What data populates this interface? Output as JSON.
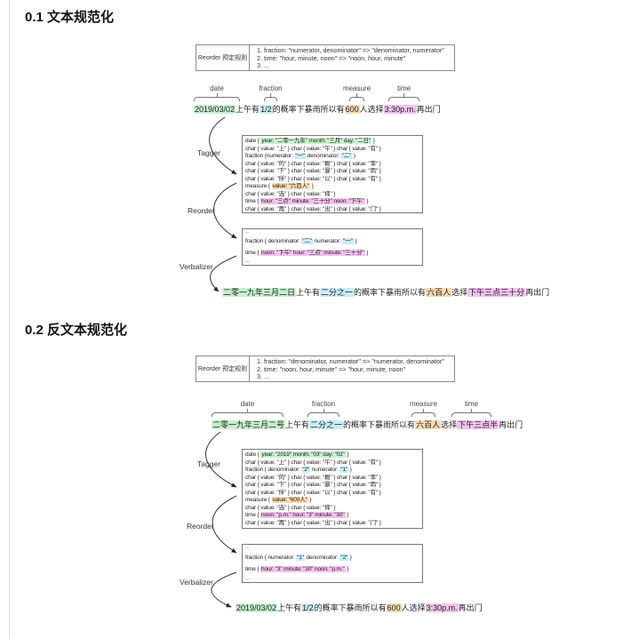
{
  "palette": {
    "green": "#c7f0ce",
    "cyan": "#c8eef5",
    "orange": "#fcd9b0",
    "pink": "#f2c3ef",
    "box_border": "#777777",
    "arrow": "#333333"
  },
  "sections": [
    {
      "title": "0.1 文本规范化",
      "rules": {
        "header": "Reorder 预定规则",
        "items": [
          "1. fraction: \"numerator, denominator\" => \"denominator, numerator\"",
          "2. time: \"hour, minute, noon\" => \"noon, hour, minute\"",
          "3. ..."
        ]
      },
      "span_labels": [
        "date",
        "fraction",
        "measure",
        "time"
      ],
      "stages": [
        "Tagger",
        "Reorder",
        "Verbalizer"
      ],
      "input": [
        {
          "t": "2019/03/02",
          "h": "green"
        },
        {
          "t": "上午有"
        },
        {
          "t": "1/2",
          "h": "cyan"
        },
        {
          "t": "的概率下暴雨所以有"
        },
        {
          "t": "600",
          "h": "orange"
        },
        {
          "t": "人选择"
        },
        {
          "t": "3:30p.m.",
          "h": "pink"
        },
        {
          "t": "再出门"
        }
      ],
      "tagger": [
        [
          {
            "t": "date { "
          },
          {
            "t": "year: \"二零一九年\" month: \"三月\" day: \"二日\"",
            "h": "green"
          },
          {
            "t": " }"
          }
        ],
        [
          {
            "t": "char { value: \"上\" } char { value: \"午\" } char { value: \"有\" }"
          }
        ],
        [
          {
            "t": "fraction {numerator: "
          },
          {
            "t": "\"一\"",
            "h": "cyan"
          },
          {
            "t": " denominator: "
          },
          {
            "t": "\"二\"",
            "h": "cyan"
          },
          {
            "t": " }"
          }
        ],
        [
          {
            "t": "char { value: \"的\" } char { value: \"概\" } char { value: \"率\" }"
          }
        ],
        [
          {
            "t": "char { value: \"下\" } char { value: \"暴\" } char { value: \"雨\" }"
          }
        ],
        [
          {
            "t": "char { value: \"所\" } char { value: \"以\" } char { value: \"有\" }"
          }
        ],
        [
          {
            "t": "measure { "
          },
          {
            "t": "value: \"六百人\"",
            "h": "orange"
          },
          {
            "t": " }"
          }
        ],
        [
          {
            "t": "char { value: \"选\" } char { value: \"择\" }"
          }
        ],
        [
          {
            "t": "time { "
          },
          {
            "t": "hour: \"三点\" minute: \"三十分\" noon: \"下午\"",
            "h": "pink"
          },
          {
            "t": " }"
          }
        ],
        [
          {
            "t": "char { value: \"再\" } char { value: \"出\" } char { value: \"门\" }"
          }
        ]
      ],
      "reorder": {
        "top_ellipsis": [
          {
            "t": "..."
          }
        ],
        "fraction": [
          {
            "t": "fraction { denominator: "
          },
          {
            "t": "\"二\"",
            "h": "cyan"
          },
          {
            "t": " numerator: "
          },
          {
            "t": "\"一\"",
            "h": "cyan"
          },
          {
            "t": " }"
          }
        ],
        "time": [
          {
            "t": "time { "
          },
          {
            "t": "noon: \"下午\" hour: \"三点\" minute: \"三十分\"",
            "h": "pink"
          },
          {
            "t": " }"
          }
        ],
        "bottom_ellipsis": [
          {
            "t": "..."
          }
        ]
      },
      "output": [
        {
          "t": "二零一九年三月二日",
          "h": "green"
        },
        {
          "t": "上午有"
        },
        {
          "t": "二分之一",
          "h": "cyan"
        },
        {
          "t": "的概率下暴雨所以有"
        },
        {
          "t": "六百人",
          "h": "orange"
        },
        {
          "t": "选择"
        },
        {
          "t": "下午三点三十分",
          "h": "pink"
        },
        {
          "t": "再出门"
        }
      ]
    },
    {
      "title": "0.2 反文本规范化",
      "rules": {
        "header": "Reorder 预定规则",
        "items": [
          "1. fraction: \"denominator, numerator\" => \"numerator, denominator\"",
          "2. time: \"noon, hour, minute\" => \"hour, minute, noon\"",
          "3. ..."
        ]
      },
      "span_labels": [
        "date",
        "fraction",
        "measure",
        "time"
      ],
      "stages": [
        "Tagger",
        "Reorder",
        "Verbalizer"
      ],
      "input": [
        {
          "t": "二零一九年三月二号",
          "h": "green"
        },
        {
          "t": "上午有"
        },
        {
          "t": "二分之一",
          "h": "cyan"
        },
        {
          "t": "的概率下暴雨所以有"
        },
        {
          "t": "六百人",
          "h": "orange"
        },
        {
          "t": "选择"
        },
        {
          "t": "下午三点半",
          "h": "pink"
        },
        {
          "t": "再出门"
        }
      ],
      "tagger": [
        [
          {
            "t": "date { "
          },
          {
            "t": "year: \"2019\" month: \"03\" day: \"02\"",
            "h": "green"
          },
          {
            "t": " }"
          }
        ],
        [
          {
            "t": "char { value: \"上\" } char { value: \"午\" } char { value: \"有\" }"
          }
        ],
        [
          {
            "t": "fraction { denominator: "
          },
          {
            "t": "\"2\"",
            "h": "cyan"
          },
          {
            "t": " numerator: "
          },
          {
            "t": "\"1\"",
            "h": "cyan"
          },
          {
            "t": " }"
          }
        ],
        [
          {
            "t": "char { value: \"的\" } char { value: \"概\" } char { value: \"率\" }"
          }
        ],
        [
          {
            "t": "char { value: \"下\" } char { value: \"暴\" } char { value: \"雨\" }"
          }
        ],
        [
          {
            "t": "char { value: \"所\" } char { value: \"以\" } char { value: \"有\" }"
          }
        ],
        [
          {
            "t": "measure { "
          },
          {
            "t": "value: \"600人\"",
            "h": "orange"
          },
          {
            "t": " }"
          }
        ],
        [
          {
            "t": "char { value: \"选\" } char { value: \"择\" }"
          }
        ],
        [
          {
            "t": "time { "
          },
          {
            "t": "noon: \"p.m.\" hour: \"3\" minute: \"30\"",
            "h": "pink"
          },
          {
            "t": " }"
          }
        ],
        [
          {
            "t": "char { value: \"再\" } char { value: \"出\" } char { value: \"门\" }"
          }
        ]
      ],
      "reorder": {
        "top_ellipsis": [
          {
            "t": "..."
          }
        ],
        "fraction": [
          {
            "t": "fraction { numerator: "
          },
          {
            "t": "\"1\"",
            "h": "cyan"
          },
          {
            "t": " denominator: "
          },
          {
            "t": "\"2\"",
            "h": "cyan"
          },
          {
            "t": " }"
          }
        ],
        "time": [
          {
            "t": "time { "
          },
          {
            "t": "hour: \"3\" minute: \"30\" noon: \"p.m.\"",
            "h": "pink"
          },
          {
            "t": " }"
          }
        ],
        "bottom_ellipsis": [
          {
            "t": "..."
          }
        ]
      },
      "output": [
        {
          "t": "2019/03/02",
          "h": "green"
        },
        {
          "t": "上午有"
        },
        {
          "t": "1/2",
          "h": "cyan"
        },
        {
          "t": "的概率下暴雨所以有"
        },
        {
          "t": "600",
          "h": "orange"
        },
        {
          "t": "人选择"
        },
        {
          "t": "3:30p.m.",
          "h": "pink"
        },
        {
          "t": "再出门"
        }
      ]
    }
  ]
}
